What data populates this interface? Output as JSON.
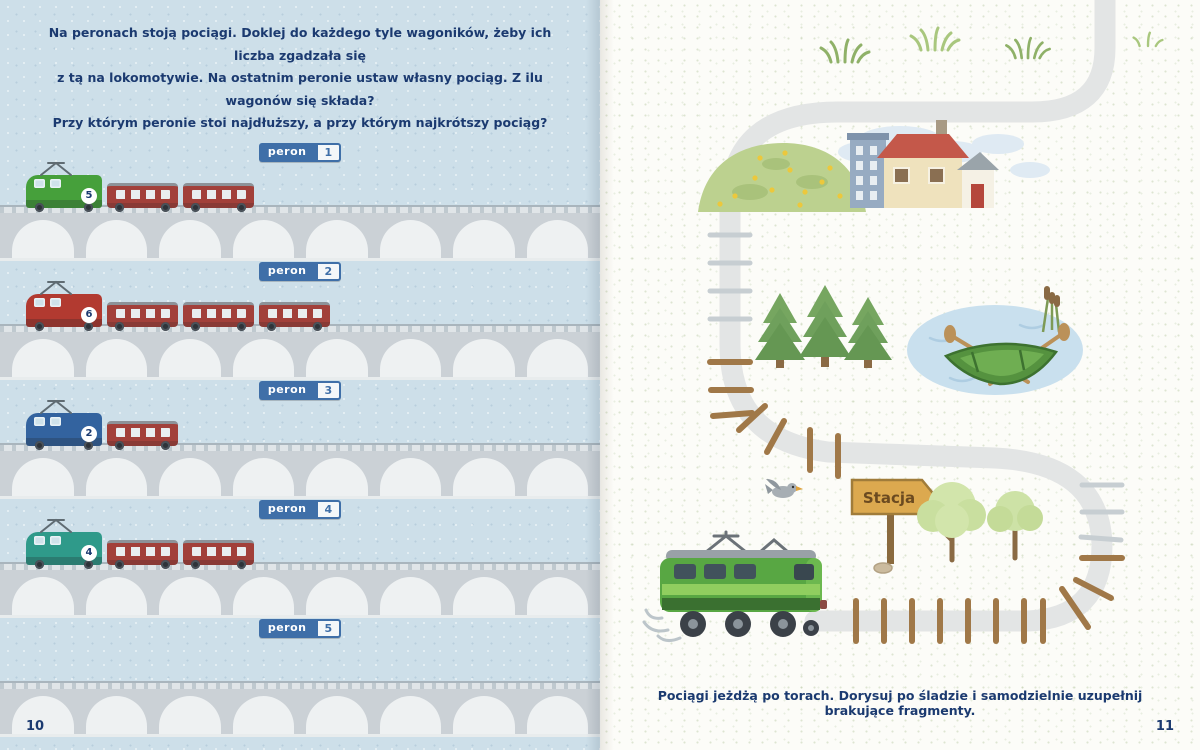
{
  "book": {
    "left_page": {
      "instructions_lines": [
        "Na peronach stoją pociągi. Doklej do każdego tyle wagoników, żeby ich liczba zgadzała się",
        "z tą na lokomotywie. Na ostatnim peronie ustaw własny pociąg. Z ilu wagonów się składa?",
        "Przy którym peronie stoi najdłuższy, a przy którym najkrótszy pociąg?"
      ],
      "sign_label": "peron",
      "platforms": [
        {
          "number": "1",
          "loco_number": "5",
          "loco_color": "#46a03b",
          "wagons": 2,
          "has_train": true
        },
        {
          "number": "2",
          "loco_number": "6",
          "loco_color": "#b23a30",
          "wagons": 3,
          "has_train": true
        },
        {
          "number": "3",
          "loco_number": "2",
          "loco_color": "#33639f",
          "wagons": 1,
          "has_train": true
        },
        {
          "number": "4",
          "loco_number": "4",
          "loco_color": "#2f9a8a",
          "wagons": 2,
          "has_train": true
        },
        {
          "number": "5",
          "loco_number": "",
          "loco_color": "",
          "wagons": 0,
          "has_train": false
        }
      ],
      "page_number": "10"
    },
    "right_page": {
      "station_sign": "Stacja",
      "caption": "Pociągi jeżdżą po torach. Dorysuj po śladzie i samodzielnie uzupełnij brakujące fragmenty.",
      "page_number": "11"
    },
    "colors": {
      "text_navy": "#1b3a70",
      "sign_blue": "#3f6fa8",
      "wagon_red": "#a2403a",
      "track_brown": "#a07848",
      "path_gray": "#e3e5e5",
      "loco_green": "#58a743"
    }
  }
}
